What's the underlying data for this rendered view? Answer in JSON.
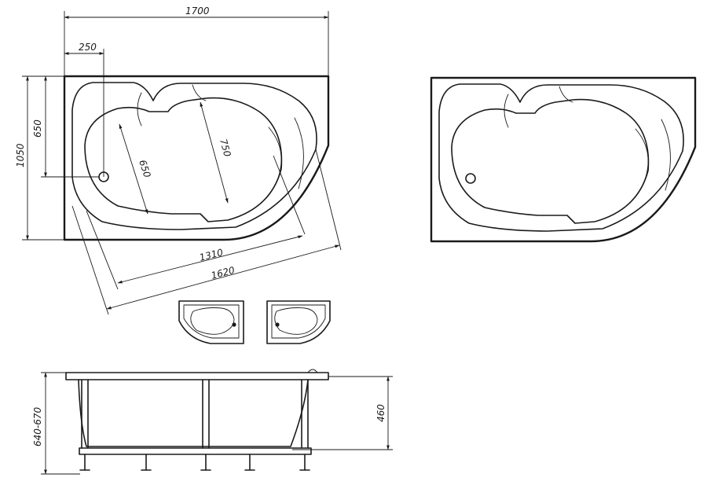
{
  "dimensions": {
    "overall_length": "1700",
    "drain_offset": "250",
    "overall_width": "1050",
    "drain_depth": "650",
    "inner_length": "1310",
    "diagonal_length": "1620",
    "small_bowl_width": "650",
    "large_bowl_width": "750",
    "overall_height": "640-670",
    "bath_depth": "460"
  },
  "views": {
    "plan": "plan-view",
    "plan_plain": "plan-view-plain",
    "variant_left": "left-variant",
    "variant_right": "right-variant",
    "side": "side-elevation"
  }
}
